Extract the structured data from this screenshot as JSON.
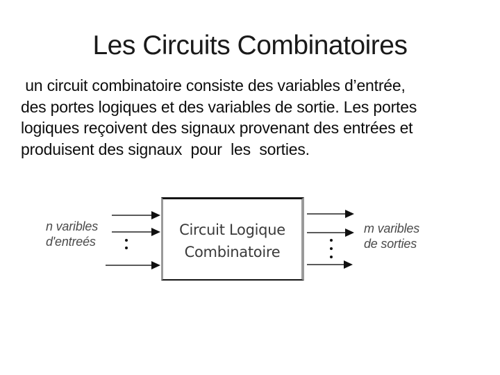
{
  "slide": {
    "title": "Les Circuits Combinatoires",
    "paragraph_lines": [
      " un circuit combinatoire consiste des variables d’entrée,",
      "des portes logiques et des variables de sortie. Les portes",
      "logiques reçoivent des signaux provenant des entrées et",
      "produisent des signaux  pour  les  sorties."
    ],
    "diagram": {
      "input_label": {
        "line1": "n varibles",
        "line2": "d'entreés"
      },
      "box_label": {
        "line1": "Circuit Logique",
        "line2": "Combinatoire"
      },
      "output_label": {
        "line1": "m varibles",
        "line2": "de sorties"
      },
      "input_arrow_count": 3,
      "output_arrow_count": 3
    },
    "colors": {
      "background": "#ffffff",
      "title_text": "#1a1a1a",
      "body_text": "#0d0d0d",
      "diagram_label_text": "#4a4a4a",
      "box_text": "#3a3a3a",
      "box_border_dark": "#151515",
      "box_border_gray": "#9a9a9a",
      "arrow_shaft": "#5a5a5a",
      "arrow_head": "#101010"
    }
  }
}
